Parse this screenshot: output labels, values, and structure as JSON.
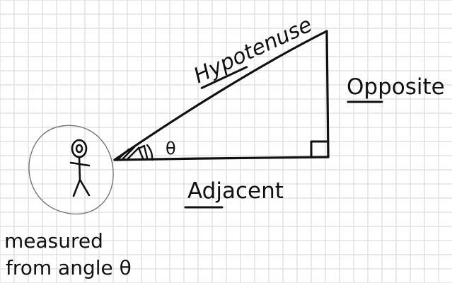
{
  "labels": {
    "hypotenuse": "Hypotenuse",
    "opposite": "Opposite",
    "adjacent": "Adjacent",
    "theta": "θ",
    "note_line1": "measured",
    "note_line2": "from angle θ"
  },
  "colors": {
    "paper": "#ffffff",
    "grid": "#d6d6d6",
    "ink": "#111111",
    "circle": "#777777"
  },
  "icons": {
    "person": "stick-figure-icon",
    "right_angle": "right-angle-marker-icon"
  }
}
